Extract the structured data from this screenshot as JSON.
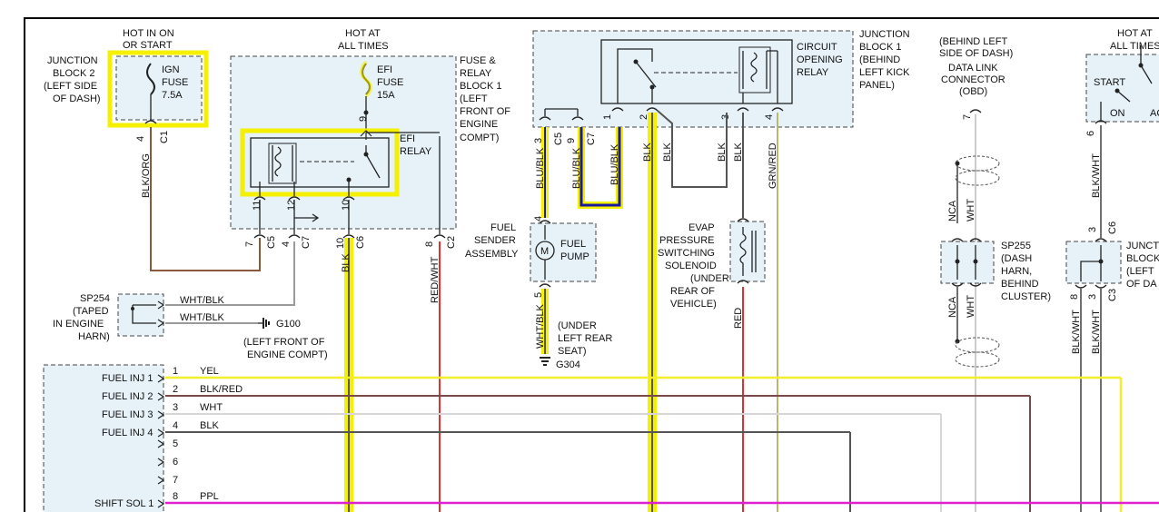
{
  "labels": {
    "jb2_hdr": [
      "HOT IN ON",
      "OR START"
    ],
    "jb2_name": [
      "JUNCTION",
      "BLOCK 2",
      "(LEFT SIDE",
      "OF DASH)"
    ],
    "ign_fuse": [
      "IGN",
      "FUSE",
      "7.5A"
    ],
    "frb_hdr": [
      "HOT AT",
      "ALL TIMES"
    ],
    "efi_fuse": [
      "EFI",
      "FUSE",
      "15A"
    ],
    "frb_name": [
      "FUSE &",
      "RELAY",
      "BLOCK 1",
      "(LEFT",
      "FRONT OF",
      "ENGINE",
      "COMPT)"
    ],
    "efi_relay": [
      "EFI",
      "RELAY"
    ],
    "cor_name": [
      "CIRCUIT",
      "OPENING",
      "RELAY"
    ],
    "jb1_name": [
      "JUNCTION",
      "BLOCK 1",
      "(BEHIND",
      "LEFT KICK",
      "PANEL)"
    ],
    "dlc_name": [
      "(BEHIND LEFT",
      "SIDE OF DASH)",
      "DATA LINK",
      "CONNECTOR",
      "(OBD)"
    ],
    "right_hdr": [
      "HOT AT",
      "ALL TIMES"
    ],
    "start": "START",
    "on": "ON",
    "acc": "AC",
    "sp254": [
      "SP254",
      "(TAPED",
      "IN ENGINE",
      "HARN)"
    ],
    "g100": "G100",
    "g100_loc": [
      "(LEFT FRONT OF",
      "ENGINE COMPT)"
    ],
    "fuel_sender": [
      "FUEL",
      "SENDER",
      "ASSEMBLY"
    ],
    "fuel_pump": [
      "FUEL",
      "PUMP"
    ],
    "motor": "M",
    "under_seat": [
      "(UNDER",
      "LEFT REAR",
      "SEAT)"
    ],
    "g304": "G304",
    "evap": [
      "EVAP",
      "PRESSURE",
      "SWITCHING",
      "SOLENOID",
      "(UNDER",
      "REAR OF",
      "VEHICLE)"
    ],
    "sp255": [
      "SP255",
      "(DASH",
      "HARN,",
      "BEHIND",
      "CLUSTER)"
    ],
    "right_jb": [
      "JUNCT",
      "BLOCK",
      "(LEFT",
      "OF DA"
    ]
  },
  "pins": {
    "c1_4": "4",
    "c1": "C1",
    "r11": "11",
    "r12": "12",
    "r10": "10",
    "r9": "9",
    "c5_7": "7",
    "c5": "C5",
    "c7_4": "4",
    "c7": "C7",
    "c6_10": "10",
    "c6": "C6",
    "c2_8": "8",
    "c2": "C2",
    "jb1_c5_3": "3",
    "jb1_c5": "C5",
    "jb1_c7_9": "9",
    "jb1_c7": "C7",
    "cor_1": "1",
    "cor_2": "2",
    "cor_3": "3",
    "cor_4": "4",
    "fp_4": "4",
    "fp_5": "5",
    "dlc_7": "7",
    "rc6_6": "6",
    "rc6": "C6",
    "rjb_3": "3",
    "rjb_c6": "C6",
    "rjb_8": "8",
    "rjb_3b": "3",
    "rjb_c3": "C3"
  },
  "wires": {
    "blk_org": "BLK/ORG",
    "blk": "BLK",
    "red_wht": "RED/WHT",
    "wht_blk_1": "WHT/BLK",
    "wht_blk_2": "WHT/BLK",
    "blu_blk_1": "BLU/BLK",
    "blu_blk_2": "BLU/BLK",
    "blu_blk_3": "BLU/BLK",
    "blk_a": "BLK",
    "blk_b": "BLK",
    "blk_c": "BLK",
    "blk_d": "BLK",
    "grn_red": "GRN/RED",
    "wht_blk_pump": "WHT/BLK",
    "red": "RED",
    "nca_1": "NCA",
    "wht_1": "WHT",
    "nca_2": "NCA",
    "wht_2": "WHT",
    "blk_wht_1": "BLK/WHT",
    "blk_wht_2": "BLK/WHT",
    "blk_wht_3": "BLK/WHT"
  },
  "ecm": {
    "rows": [
      {
        "label": "FUEL INJ 1",
        "pin": "1",
        "wire": "YEL"
      },
      {
        "label": "FUEL INJ 2",
        "pin": "2",
        "wire": "BLK/RED"
      },
      {
        "label": "FUEL INJ 3",
        "pin": "3",
        "wire": "WHT"
      },
      {
        "label": "FUEL INJ 4",
        "pin": "4",
        "wire": "BLK"
      },
      {
        "label": "",
        "pin": "5",
        "wire": ""
      },
      {
        "label": "",
        "pin": "6",
        "wire": ""
      },
      {
        "label": "",
        "pin": "7",
        "wire": ""
      },
      {
        "label": "SHIFT SOL 1",
        "pin": "8",
        "wire": "PPL"
      }
    ]
  },
  "colors": {
    "highlight": "#f5ef00",
    "yel": "#f2ee2a",
    "blk_red": "#7a4a4a",
    "wht": "#d6d6d6",
    "blk": "#555555",
    "ppl": "#e020d0",
    "blk_org": "#8b5a3c",
    "red": "#e03030",
    "blu_blk": "#1a1aa0",
    "grn_red": "#b8b870",
    "wht_blk": "#9a9a9a"
  }
}
